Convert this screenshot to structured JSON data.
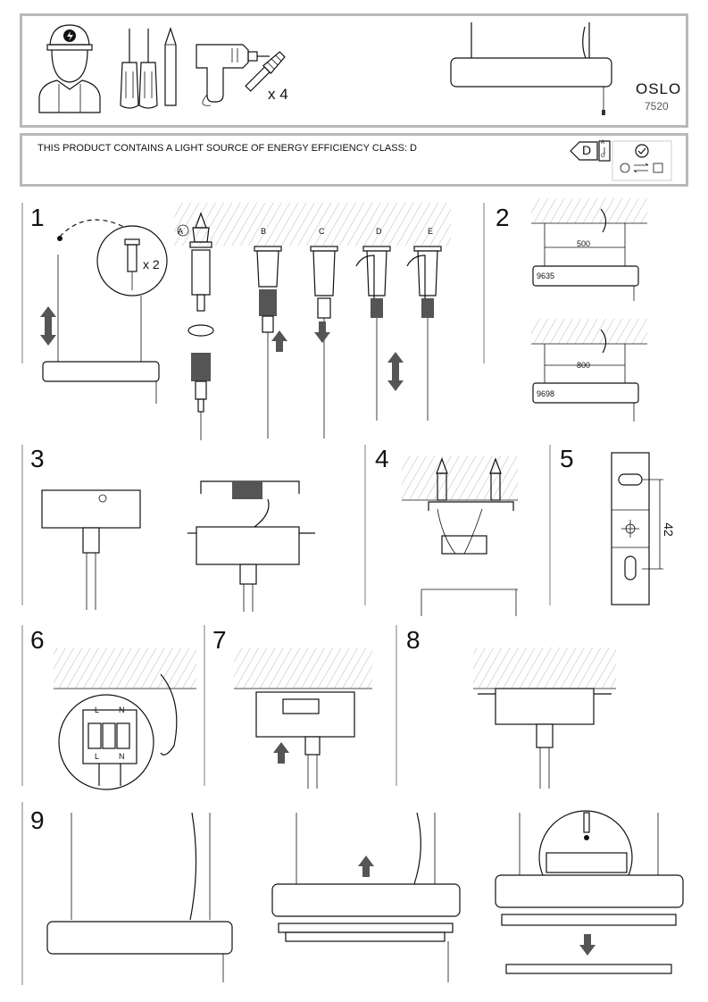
{
  "header": {
    "product_name": "OSLO",
    "product_code": "7520",
    "screws_count": "x 4",
    "energy_text": "THIS PRODUCT CONTAINS A LIGHT SOURCE OF ENERGY EFFICIENCY CLASS: D",
    "energy_class": "D",
    "energy_scale_top": "A",
    "energy_scale_bottom": "G"
  },
  "steps": {
    "s1": {
      "number": "1",
      "qty": "x 2",
      "options": [
        "A",
        "B",
        "C",
        "D",
        "E"
      ]
    },
    "s2": {
      "number": "2",
      "models": [
        {
          "dimension": "500",
          "code": "9635"
        },
        {
          "dimension": "800",
          "code": "9698"
        }
      ]
    },
    "s3": {
      "number": "3"
    },
    "s4": {
      "number": "4"
    },
    "s5": {
      "number": "5",
      "dimension": "42"
    },
    "s6": {
      "number": "6",
      "terminals": [
        "L",
        "N",
        "L",
        "N"
      ]
    },
    "s7": {
      "number": "7"
    },
    "s8": {
      "number": "8"
    },
    "s9": {
      "number": "9"
    }
  },
  "icons": [
    "electrician-icon",
    "screwdriver-icon",
    "pencil-icon",
    "drill-icon",
    "wall-plug-icon",
    "energy-label-icon",
    "led-compatible-icon",
    "warning-icon",
    "arrow-icon"
  ]
}
